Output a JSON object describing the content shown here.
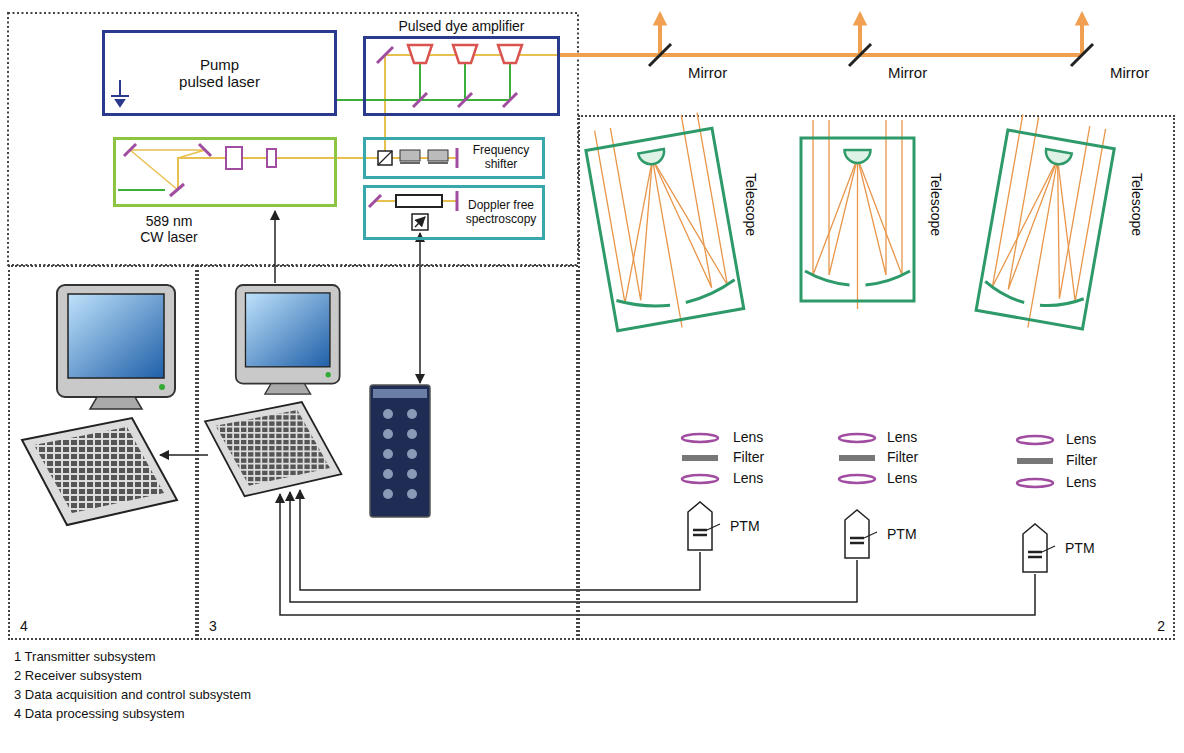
{
  "diagram": {
    "nodes": [
      {
        "text": [
          "Pump pulsed laser"
        ]
      },
      {
        "text": [
          "Pulsed dye amplifier"
        ]
      },
      {
        "text": [
          "589 nm CW laser"
        ]
      },
      {
        "text": [
          "Frequency shifter"
        ]
      },
      {
        "text": [
          "Doppler free spectroscopy"
        ]
      },
      {
        "text": [
          "2"
        ]
      },
      {
        "text": [
          "Telescope"
        ],
        "in": 5
      },
      {
        "text": [
          "Telescope"
        ],
        "in": 5
      },
      {
        "text": [
          "Telescope"
        ],
        "in": 5
      },
      {
        "text": [
          "PTM"
        ],
        "in": 5
      },
      {
        "text": [
          "PTM"
        ],
        "in": 5
      },
      {
        "text": [
          "PTM"
        ],
        "in": 5
      },
      {
        "text": [
          "4"
        ]
      },
      {
        "text": [
          "3"
        ]
      }
    ],
    "edges": [
      {
        "from": 0,
        "to": 1,
        "arrow": "none"
      },
      {
        "from": 2,
        "to": 3,
        "arrow": "none"
      },
      {
        "from": 3,
        "to": 1,
        "arrow": "none"
      }
    ],
    "labels": [
      "Mirror",
      "Mirror",
      "Mirror",
      "Lens",
      "Filter",
      "Lens",
      "Lens",
      "Filter",
      "Lens",
      "Lens",
      "Filter",
      "Lens",
      "1 Transmitter subsystem",
      "2 Receiver subsystem",
      "3 Data acquisition and control subsystem",
      "4 Data processing subsystem"
    ]
  }
}
